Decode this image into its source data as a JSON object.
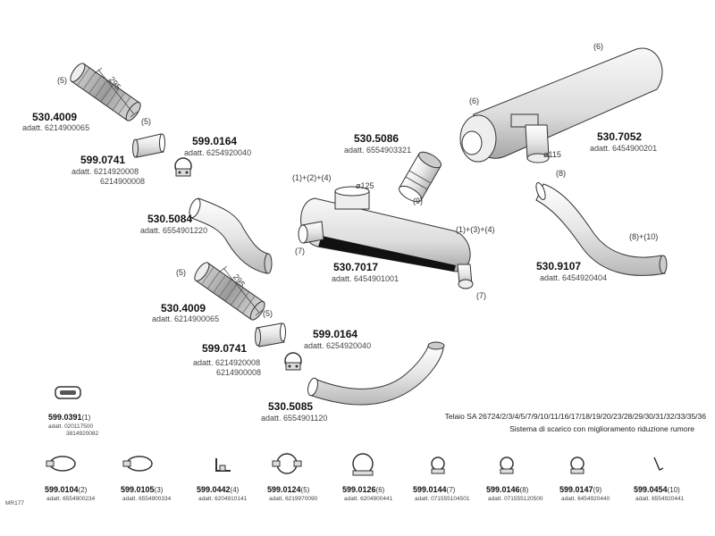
{
  "parts": {
    "p1": {
      "part": "530.4009",
      "adatt": "adatt. 6214900065"
    },
    "p2": {
      "part": "599.0741",
      "adatt": "adatt. 6214920008",
      "adatt2": "6214900008"
    },
    "p3": {
      "part": "599.0164",
      "adatt": "adatt. 6254920040"
    },
    "p4": {
      "part": "530.5086",
      "adatt": "adatt. 6554903321"
    },
    "p5": {
      "part": "530.7052",
      "adatt": "adatt. 6454900201"
    },
    "p6": {
      "part": "530.5084",
      "adatt": "adatt. 6554901220"
    },
    "p7": {
      "part": "530.7017",
      "adatt": "adatt. 6454901001"
    },
    "p8": {
      "part": "530.9107",
      "adatt": "adatt. 6454920404"
    },
    "p9": {
      "part": "530.4009",
      "adatt": "adatt. 6214900065"
    },
    "p10": {
      "part": "599.0741",
      "adatt": "adatt. 6214920008",
      "adatt2": "6214900008"
    },
    "p11": {
      "part": "599.0164",
      "adatt": "adatt. 6254920040"
    },
    "p12": {
      "part": "530.5085",
      "adatt": "adatt. 6554901120"
    },
    "p13": {
      "part": "599.0391",
      "qty": "(1)",
      "adatt": "adatt. 020117500",
      "adatt2": "3814920082"
    }
  },
  "callouts": {
    "c5a": "(5)",
    "c5b": "(5)",
    "c6a": "(6)",
    "c6b": "(6)",
    "c1_2_4": "(1)+(2)+(4)",
    "c1_3_4": "(1)+(3)+(4)",
    "c7a": "(7)",
    "c7b": "(7)",
    "c8": "(8)",
    "c8_10": "(8)+(10)",
    "c9": "(9)",
    "c5c": "(5)",
    "c5d": "(5)",
    "dim295a": "295",
    "dim295b": "295",
    "d125": "ø125",
    "d115": "ø115"
  },
  "info": {
    "line1": "Telaio SA 26724/2/3/4/5/7/9/10/11/16/17/18/19/20/23/28/29/30/31/32/33/35/36",
    "line2": "Sistema di scarico con miglioramento riduzione rumore"
  },
  "clamps": [
    {
      "part": "599.0104",
      "qty": "(2)",
      "adatt": "adatt. 6554900234"
    },
    {
      "part": "599.0105",
      "qty": "(3)",
      "adatt": "adatt. 6554900334"
    },
    {
      "part": "599.0442",
      "qty": "(4)",
      "adatt": "adatt. 6204910141"
    },
    {
      "part": "599.0124",
      "qty": "(5)",
      "adatt": "adatt. 6219970090"
    },
    {
      "part": "599.0126",
      "qty": "(6)",
      "adatt": "adatt. 6204900441"
    },
    {
      "part": "599.0144",
      "qty": "(7)",
      "adatt": "adatt. 071555104501"
    },
    {
      "part": "599.0146",
      "qty": "(8)",
      "adatt": "adatt. 071555120500"
    },
    {
      "part": "599.0147",
      "qty": "(9)",
      "adatt": "adatt. 6454920440"
    },
    {
      "part": "599.0454",
      "qty": "(10)",
      "adatt": "adatt. 6554920441"
    }
  ],
  "footer_code": "MR177"
}
